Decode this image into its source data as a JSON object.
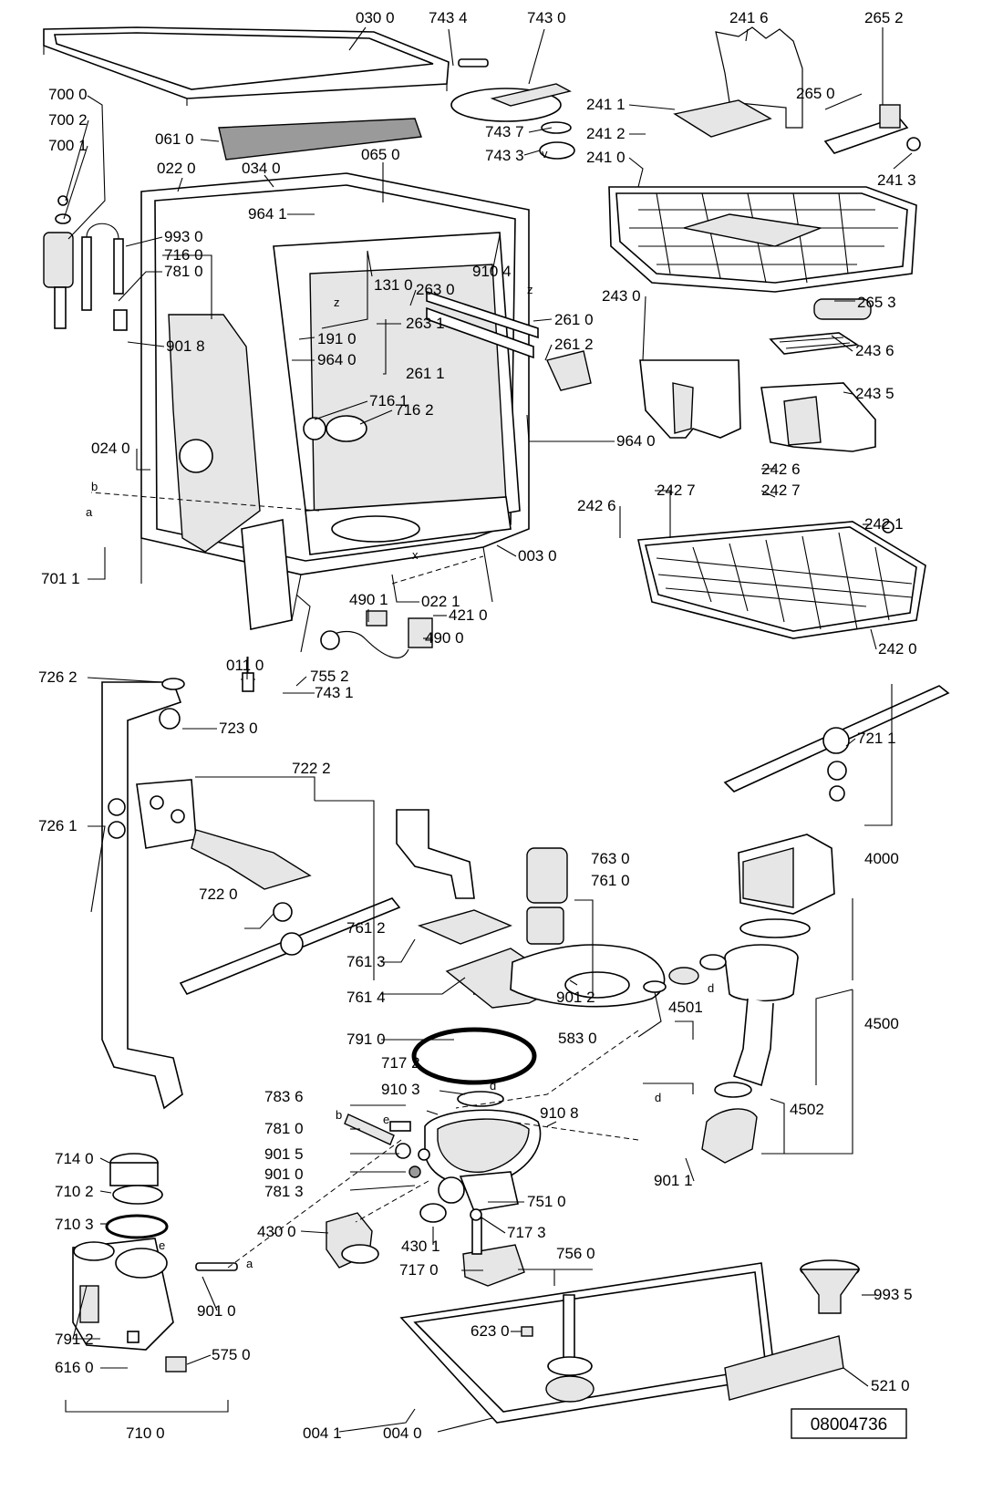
{
  "document_number": "08004736",
  "labels": [
    "030 0",
    "743 4",
    "743 0",
    "241 6",
    "265 2",
    "700 0",
    "700 2",
    "700 1",
    "061 0",
    "265 0",
    "241 1",
    "743 7",
    "241 2",
    "743 3",
    "241 0",
    "241 3",
    "022 0",
    "034 0",
    "065 0",
    "964 1",
    "993 0",
    "716 0",
    "781 0",
    "910 4",
    "263 0",
    "131 0",
    "243 0",
    "265 3",
    "261 0",
    "901 8",
    "191 0",
    "263 1",
    "261 1",
    "964 0",
    "261 2",
    "243 6",
    "716 1",
    "716 2",
    "243 5",
    "964 0",
    "024 0",
    "242 6",
    "242 7",
    "242 7",
    "242 6",
    "242 1",
    "003 0",
    "701 1",
    "490 1",
    "022 1",
    "421 0",
    "490 0",
    "242 0",
    "011 0",
    "755 2",
    "743 1",
    "726 2",
    "723 0",
    "721 1",
    "722 2",
    "726 1",
    "763 0",
    "761 0",
    "4000",
    "722 0",
    "761 2",
    "761 3",
    "901 2",
    "4501",
    "761 4",
    "4500",
    "583 0",
    "791 0",
    "717 2",
    "910 3",
    "910 8",
    "4502",
    "783 6",
    "781 0",
    "901 5",
    "901 0",
    "781 3",
    "901 1",
    "714 0",
    "751 0",
    "710 2",
    "710 3",
    "430 0",
    "717 3",
    "756 0",
    "430 1",
    "717 0",
    "901 0",
    "993 5",
    "623 0",
    "791 2",
    "575 0",
    "616 0",
    "521 0",
    "004 1",
    "004 0",
    "710 0"
  ],
  "letters": [
    "z",
    "z",
    "b",
    "a",
    "x",
    "b",
    "e",
    "d",
    "d",
    "a",
    "e",
    "d",
    "v"
  ]
}
